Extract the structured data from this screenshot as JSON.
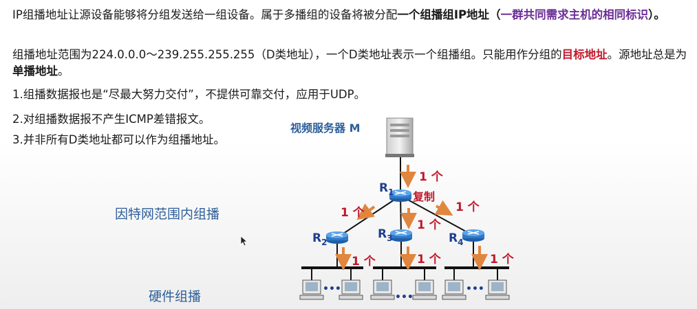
{
  "text": {
    "p1": {
      "a": "IP组播地址让源设备能够将分组发送给一组设备。属于多播组的设备将被分配",
      "b": "一个组播组IP地址",
      "c": "（",
      "d": "一群共同需求主机的相同标识",
      "e": "）。"
    },
    "p2": {
      "a": "组播地址范围为224.0.0.0～239.255.255.255（D类地址），一个D类地址表示一个组播组。只能用作分组的",
      "b": "目标地址",
      "c": "。源地址总是为",
      "d": "单播地址",
      "e": "。"
    },
    "items": [
      "1.组播数据报也是“尽最大努力交付”，不提供可靠交付，应用于UDP。",
      "2.对组播数据报不产生ICMP差错报文。",
      "3.并非所有D类地址都可以作为组播地址。"
    ]
  },
  "labels": {
    "internet": "因特网范围内组播",
    "hardware": "硬件组播"
  },
  "diagram": {
    "server_label": "视频服务器 M",
    "copy_label": "复制",
    "copy_count": "1 个",
    "dots": "•••",
    "routers": [
      {
        "letter": "R",
        "sub": "1"
      },
      {
        "letter": "R",
        "sub": "2"
      },
      {
        "letter": "R",
        "sub": "3"
      },
      {
        "letter": "R",
        "sub": "4"
      }
    ]
  },
  "colors": {
    "accent_red": "#c0182b",
    "accent_purple": "#6b2d96",
    "label_blue": "#2e5f9a",
    "router_blue": "#2f78c8",
    "arrow_orange": "#e0863e"
  }
}
